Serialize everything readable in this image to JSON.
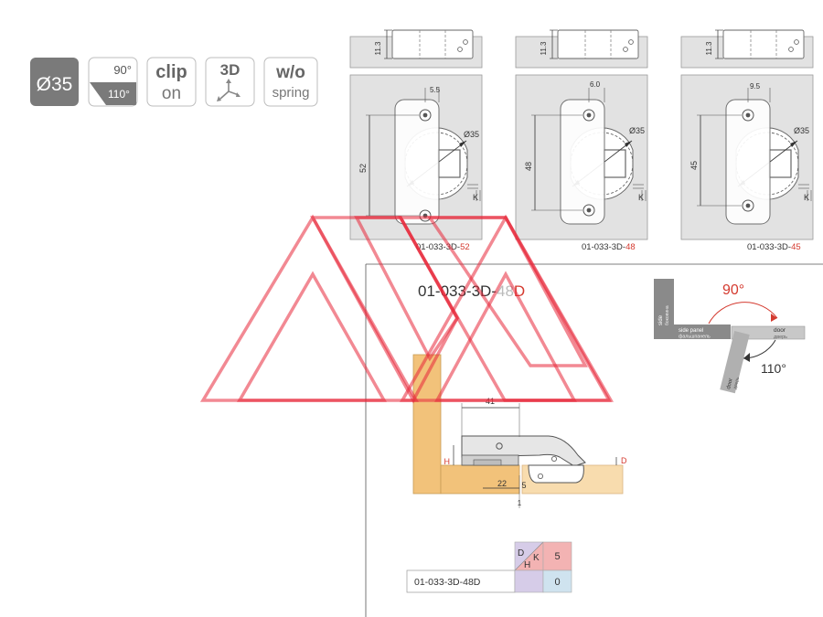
{
  "badges": {
    "diameter": "Ø35",
    "angle_top": "90°",
    "angle_bottom": "110°",
    "clip_line1": "clip",
    "clip_line2": "on",
    "threed": "3D",
    "spring_line1": "w/o",
    "spring_line2": "spring"
  },
  "plates": [
    {
      "code_prefix": "01-033-3D-",
      "code_suffix": "52",
      "height_dim": "52",
      "offset_dim": "5.5",
      "side_dim": "11.3",
      "diameter": "Ø35",
      "k_label": "K"
    },
    {
      "code_prefix": "01-033-3D-",
      "code_suffix": "48",
      "height_dim": "48",
      "offset_dim": "6.0",
      "side_dim": "11.3",
      "diameter": "Ø35",
      "k_label": "K"
    },
    {
      "code_prefix": "01-033-3D-",
      "code_suffix": "45",
      "height_dim": "45",
      "offset_dim": "9.5",
      "side_dim": "11.3",
      "diameter": "Ø35",
      "k_label": "K"
    }
  ],
  "main_title": {
    "prefix": "01-033-3D-",
    "grey": "48",
    "red": "D"
  },
  "angles": {
    "open": "90°",
    "max": "110°",
    "side_label": "side",
    "side_ru": "боковина",
    "side_panel_label": "side panel",
    "side_panel_ru": "фальшпанель",
    "door_label": "door",
    "door_ru": "дверь"
  },
  "section": {
    "dim_41": "41",
    "dim_22": "22",
    "dim_5": "5",
    "dim_1": "1",
    "h_label": "H",
    "d_label": "D"
  },
  "table": {
    "d": "D",
    "h": "H",
    "k": "K",
    "row_code": "01-033-3D-48D",
    "value_k": "5",
    "value_h": "0"
  },
  "colors": {
    "accent_red": "#d43a2f",
    "badge_grey": "#7a7a7a",
    "panel_grey": "#e2e2e2",
    "wood": "#f2c27a",
    "wood_light": "#f8dcae",
    "watermark": "#e8283a"
  }
}
